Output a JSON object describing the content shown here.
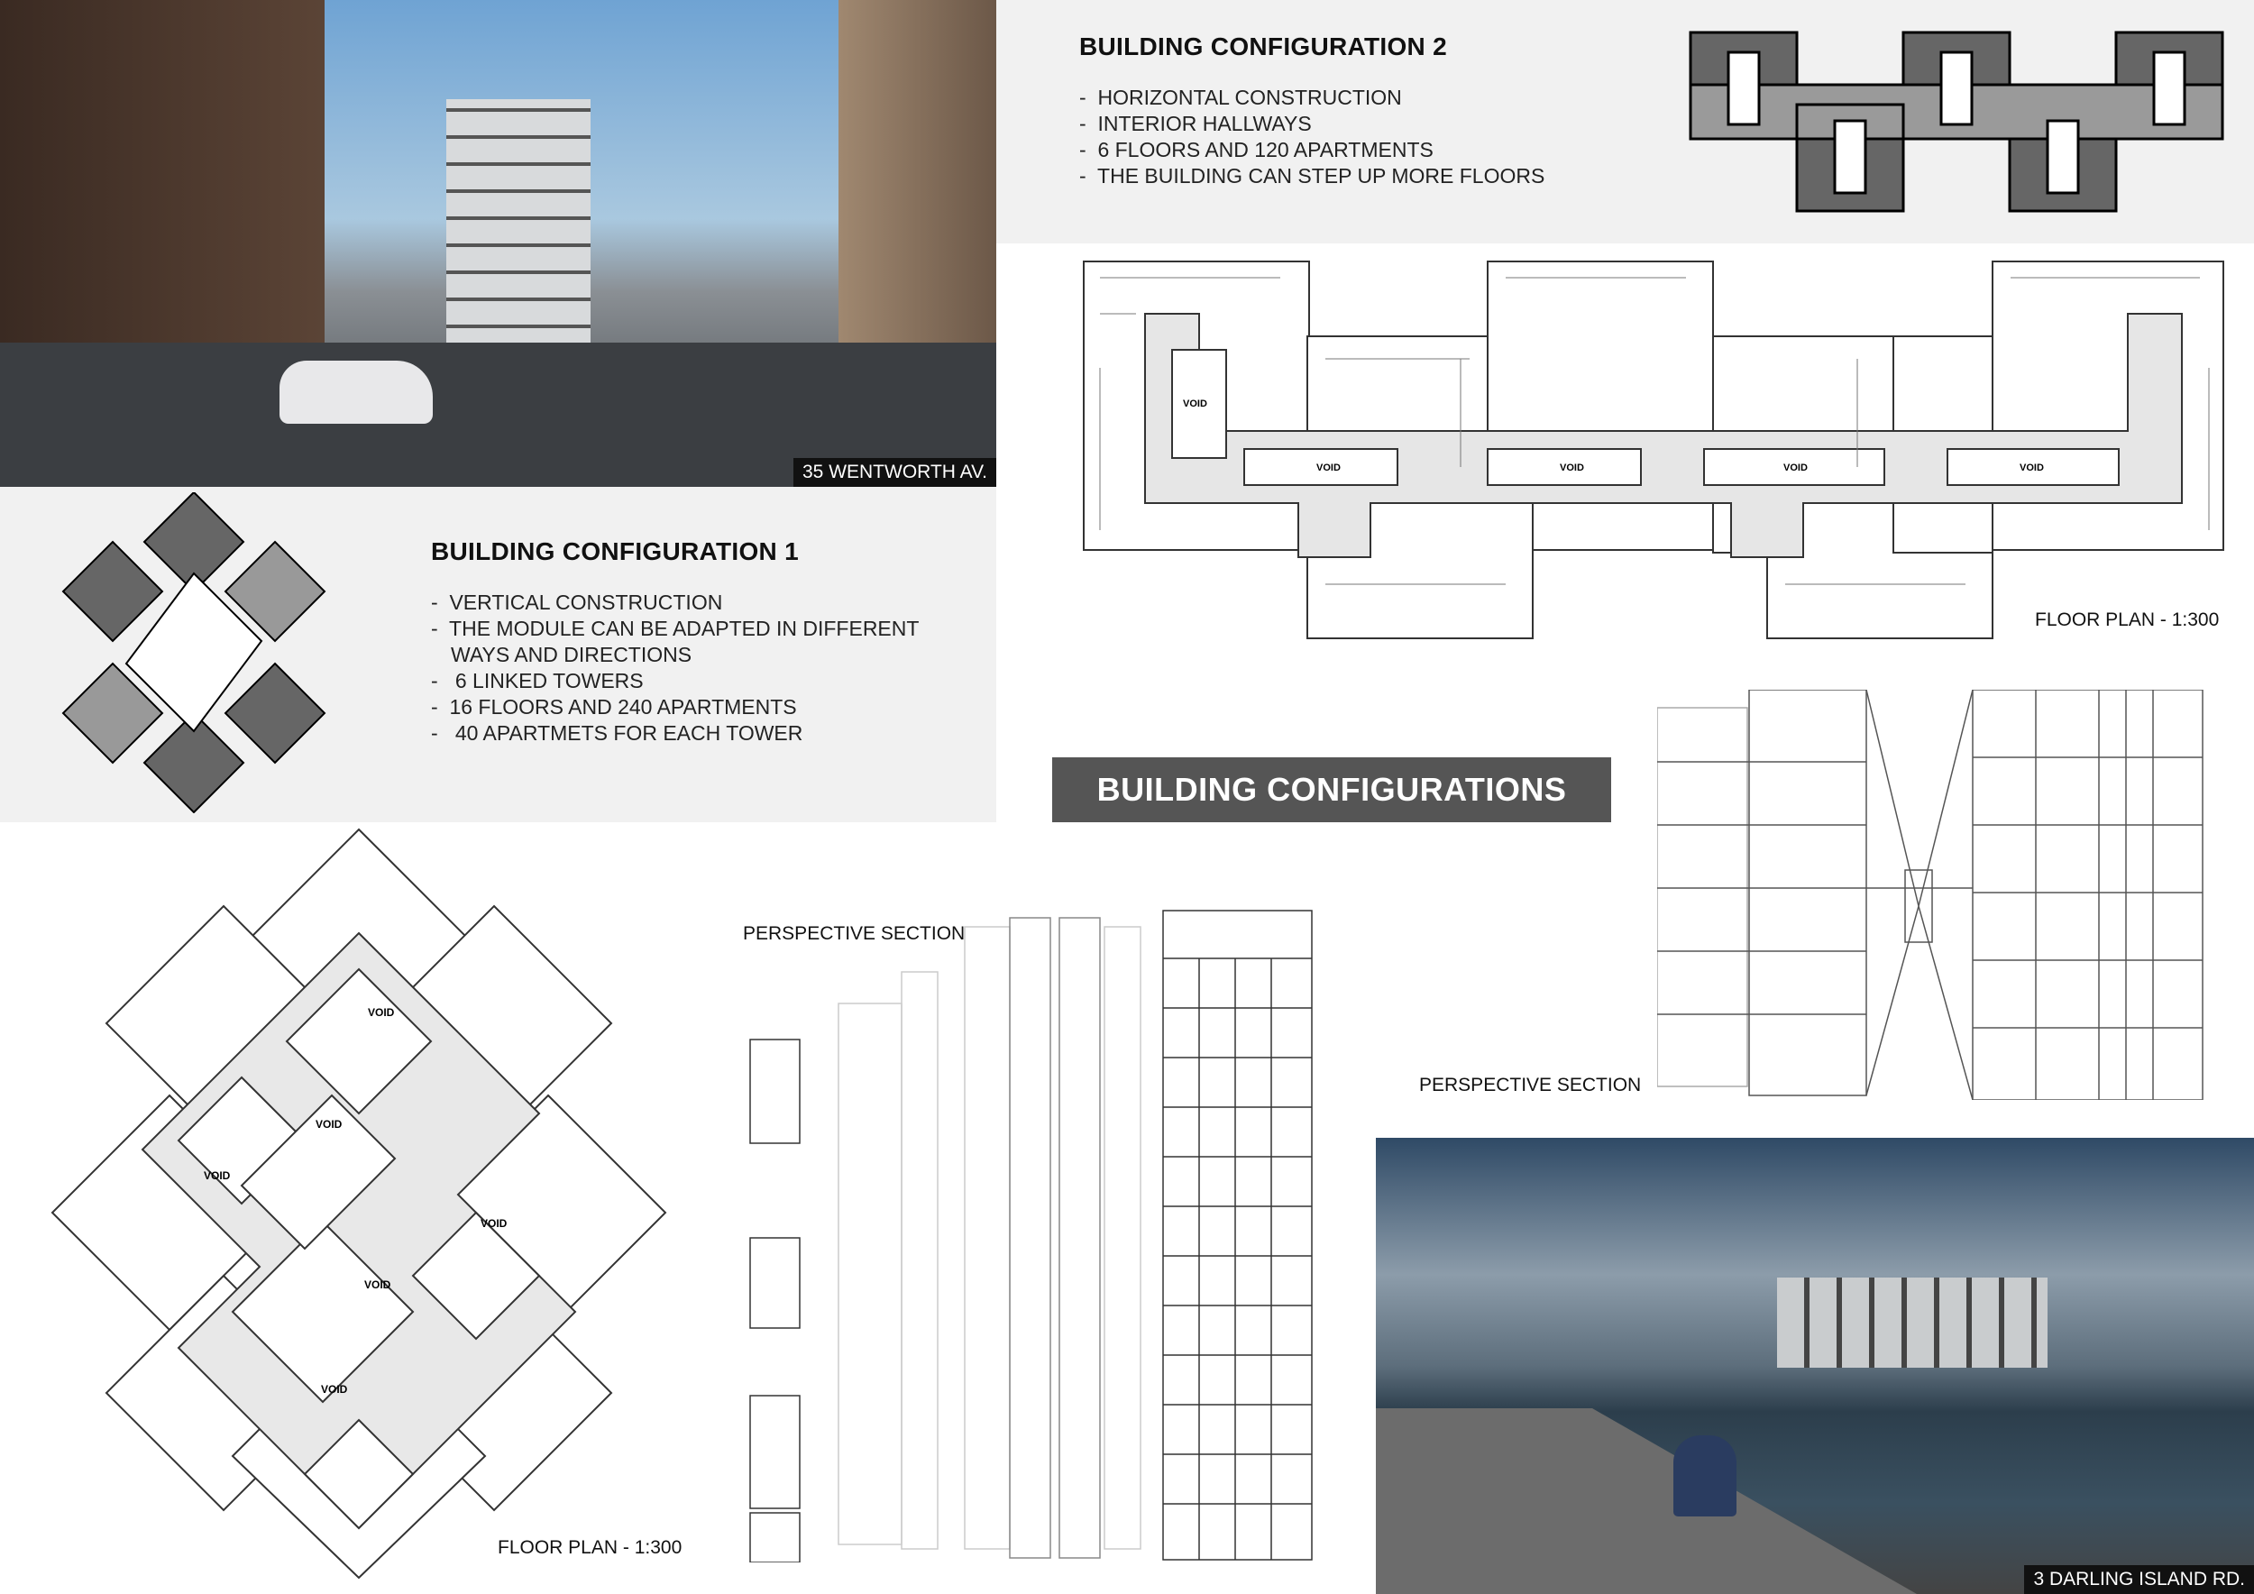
{
  "photo_top": {
    "caption": "35 WENTWORTH AV."
  },
  "config1": {
    "title": "BUILDING CONFIGURATION 1",
    "items": [
      "VERTICAL CONSTRUCTION",
      "THE MODULE CAN BE ADAPTED IN DIFFERENT WAYS AND DIRECTIONS",
      "6  LINKED TOWERS",
      "16 FLOORS AND 240 APARTMENTS",
      "40 APARTMETS FOR EACH TOWER"
    ]
  },
  "config2": {
    "title": "BUILDING CONFIGURATION 2",
    "items": [
      "HORIZONTAL CONSTRUCTION",
      "INTERIOR HALLWAYS",
      "6 FLOORS AND 120 APARTMENTS",
      "THE BUILDING CAN STEP UP MORE FLOORS"
    ]
  },
  "floor_plan_2": {
    "label": "FLOOR PLAN  -  1:300",
    "void": "VOID"
  },
  "banner": {
    "title": "BUILDING CONFIGURATIONS"
  },
  "section_right": {
    "label": "PERSPECTIVE SECTION"
  },
  "section_left": {
    "label": "PERSPECTIVE SECTION"
  },
  "floor_plan_1": {
    "label": "FLOOR PLAN  -  1:300",
    "void": "VOID"
  },
  "photo_bottom": {
    "caption": "3 DARLING ISLAND RD."
  },
  "colors": {
    "panel": "#f1f1f1",
    "banner": "#555555",
    "dark_module": "#666666",
    "light_module": "#9a9a9a"
  }
}
